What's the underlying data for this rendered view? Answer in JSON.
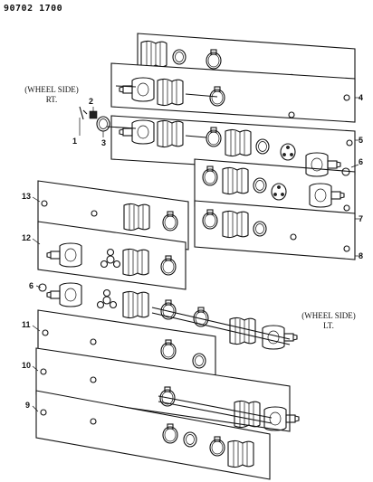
{
  "doc_number": "90702 1700",
  "wheel_side_rt": {
    "line1": "(WHEEL SIDE)",
    "line2": "RT."
  },
  "wheel_side_lt": {
    "line1": "(WHEEL SIDE)",
    "line2": "LT."
  },
  "callouts": {
    "c1": "1",
    "c2": "2",
    "c3": "3",
    "c4": "4",
    "c5": "5",
    "c6a": "6",
    "c7": "7",
    "c8": "8",
    "c9": "9",
    "c10": "10",
    "c11": "11",
    "c12": "12",
    "c13": "13",
    "c6b": "6"
  }
}
